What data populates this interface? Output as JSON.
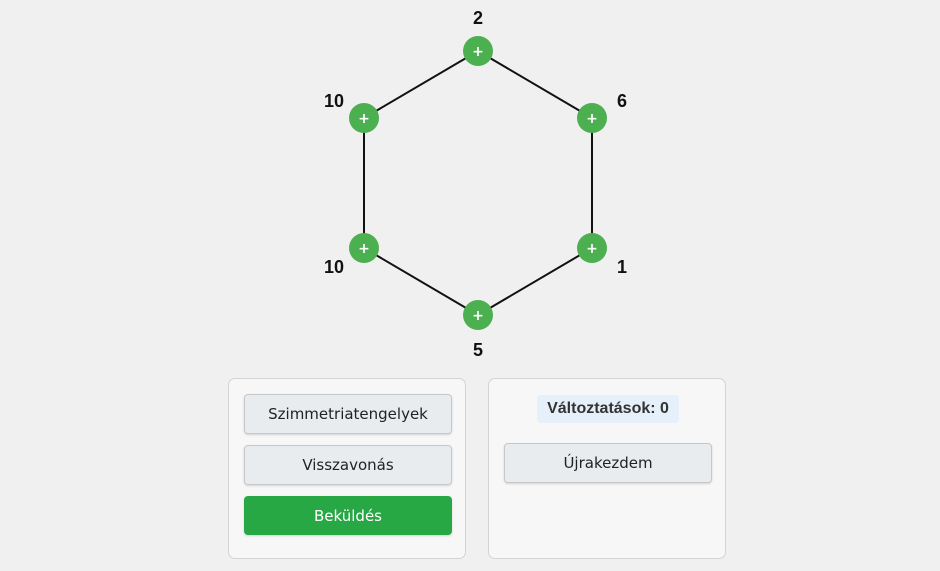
{
  "game": {
    "nodes": [
      {
        "id": "top",
        "value": "2",
        "symbol": "+"
      },
      {
        "id": "upper-right",
        "value": "6",
        "symbol": "+"
      },
      {
        "id": "lower-right",
        "value": "1",
        "symbol": "+"
      },
      {
        "id": "bottom",
        "value": "5",
        "symbol": "+"
      },
      {
        "id": "lower-left",
        "value": "10",
        "symbol": "+"
      },
      {
        "id": "upper-left",
        "value": "10",
        "symbol": "+"
      }
    ],
    "node_color": "#4caf50",
    "edge_color": "#111111"
  },
  "controls": {
    "symmetry_label": "Szimmetriatengelyek",
    "undo_label": "Visszavonás",
    "submit_label": "Beküldés",
    "changes_label": "Változtatások: 0",
    "restart_label": "Újrakezdem"
  }
}
